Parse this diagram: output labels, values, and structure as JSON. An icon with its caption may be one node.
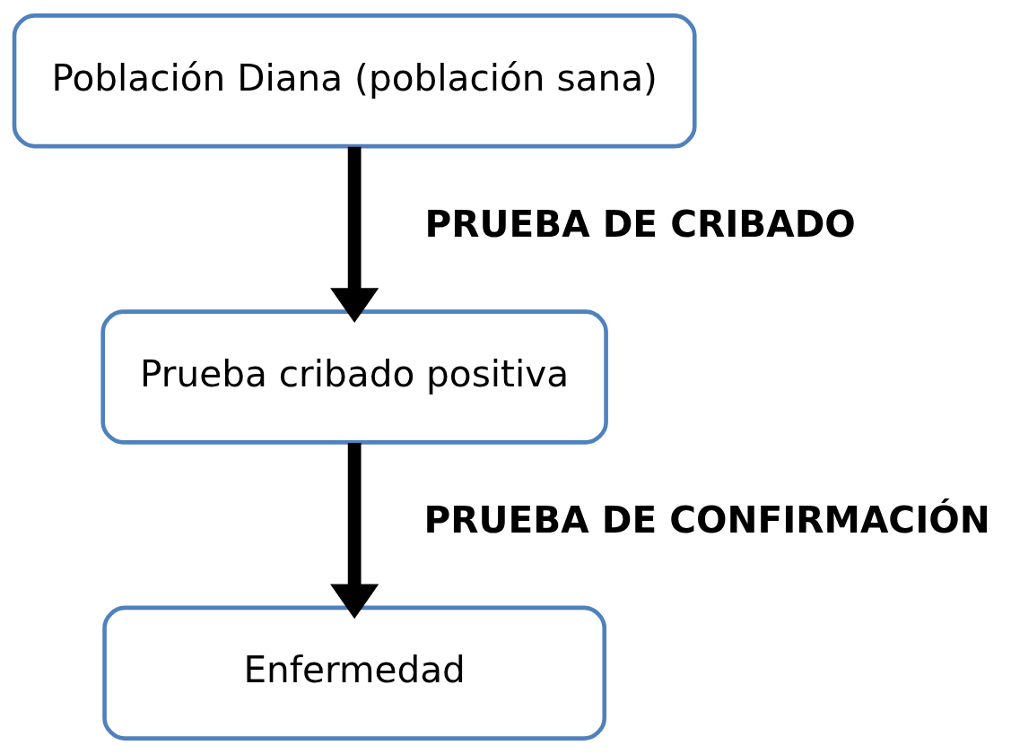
{
  "diagram": {
    "nodes": [
      {
        "text": [
          "Población Diana (población sana)"
        ]
      },
      {
        "text": [
          "Prueba cribado positiva"
        ]
      },
      {
        "text": [
          "Enfermedad"
        ]
      }
    ],
    "edges": [
      {
        "from": 0,
        "to": 1,
        "arrow": "to",
        "label": "PRUEBA DE CRIBADO"
      },
      {
        "from": 1,
        "to": 2,
        "arrow": "to",
        "label": "PRUEBA DE CONFIRMACIÓN"
      }
    ]
  }
}
